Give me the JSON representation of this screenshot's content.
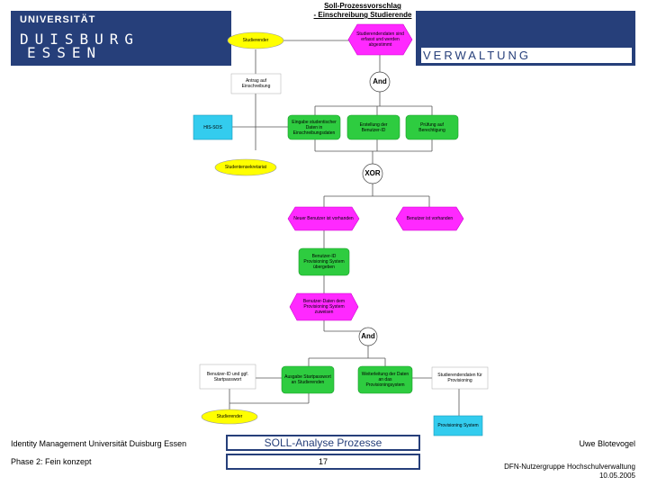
{
  "header": {
    "university_line": "UNIVERSITÄT",
    "logo_line1": "DUISBURG",
    "logo_line2": "ESSEN",
    "department": "VERWALTUNG"
  },
  "diagram": {
    "title_line1": "Soll-Prozessvorschlag",
    "title_line2": "- Einschreibung Studierende",
    "nodes": {
      "studierender_top": "Studierender",
      "event_top_magenta": "Studierendendaten sind erfasst und werden abgestimmt",
      "antrag": "Antrag auf Einschreibung",
      "and1": "And",
      "his_sos": "HIS-SOS",
      "fn1": "Eingabe studentischer Daten in Einschreibungsdaten",
      "fn2": "Erstellung der Benutzer-ID",
      "fn3": "Prüfung auf Berechtigung",
      "studentensekretariat": "Studentensekretariat",
      "xor": "XOR",
      "ev_left": "Neuer Benutzer ist vorhanden",
      "ev_right": "Benutzer ist vorhanden",
      "fn_mid": "Benutzer-ID Provisioning System übergeben",
      "ev_mid2": "Benutzer-Daten dem Provisioning System zuweisen",
      "and2": "And",
      "benutzer_text": "Benutzer-ID und ggf. Startpasswort",
      "fn_bottom1": "Ausgabe Startpasswort an Studierenden",
      "fn_bottom2": "Weiterleitung der Daten an das Provisioningsystem",
      "studierendendaten": "Studierendendaten für Provisioning",
      "studierender_bottom": "Studierender",
      "provisioning_system": "Provisioning System"
    }
  },
  "footer": {
    "left_line1": "Identity Management Universität Duisburg Essen",
    "left_line2": "Phase 2: Fein konzept",
    "center_title": "SOLL-Analyse Prozesse",
    "page_number": "17",
    "right_author": "Uwe Blotevogel",
    "right_org": "DFN-Nutzergruppe Hochschulverwaltung",
    "right_date": "10.05.2005"
  },
  "colors": {
    "brand_blue": "#263f7a",
    "event_magenta": "#ff29ff",
    "function_green": "#2ecc40",
    "org_yellow": "#ffff00",
    "system_cyan": "#33ccee"
  }
}
